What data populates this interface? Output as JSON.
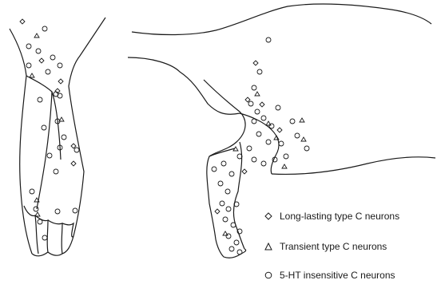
{
  "legend": [
    {
      "key": "long_lasting",
      "label": "Long-lasting type C neurons",
      "marker": "diamond-icon"
    },
    {
      "key": "transient",
      "label": "Transient type C neurons",
      "marker": "triangle-icon"
    },
    {
      "key": "insensitive",
      "label": "5-HT insensitive C neurons",
      "marker": "circle-icon"
    }
  ],
  "colors": {
    "line": "#1a1a1a",
    "background": "#ffffff"
  },
  "panels": [
    "foot-dorsal-view",
    "hindlimb-lateral-view"
  ]
}
